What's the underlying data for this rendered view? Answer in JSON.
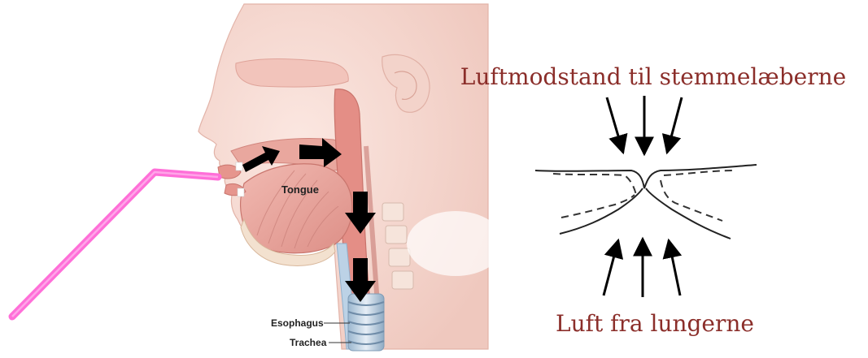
{
  "anatomy": {
    "labels": {
      "tongue": "Tongue",
      "esophagus": "Esophagus",
      "trachea": "Trachea"
    },
    "colors": {
      "skin": "#f6dcd5",
      "tissue": "#ebb1a8",
      "muscle": "#e3968e",
      "straw": "#ff6fd8",
      "arrow": "#000000"
    }
  },
  "vocal_folds": {
    "top_label": "Luftmodstand til stemmelæberne",
    "bottom_label": "Luft fra lungerne",
    "label_color": "#8b2e2a"
  }
}
